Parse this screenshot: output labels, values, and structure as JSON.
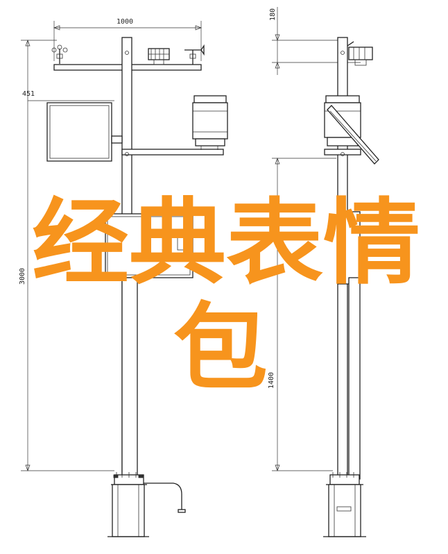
{
  "dimensions": {
    "top_width": "1000",
    "left_offset": "451",
    "total_height": "3000",
    "top_offset": "180",
    "lower_height": "1400"
  },
  "watermark": {
    "line1": "经典表情",
    "line2": "包",
    "color": "#f7941d"
  }
}
